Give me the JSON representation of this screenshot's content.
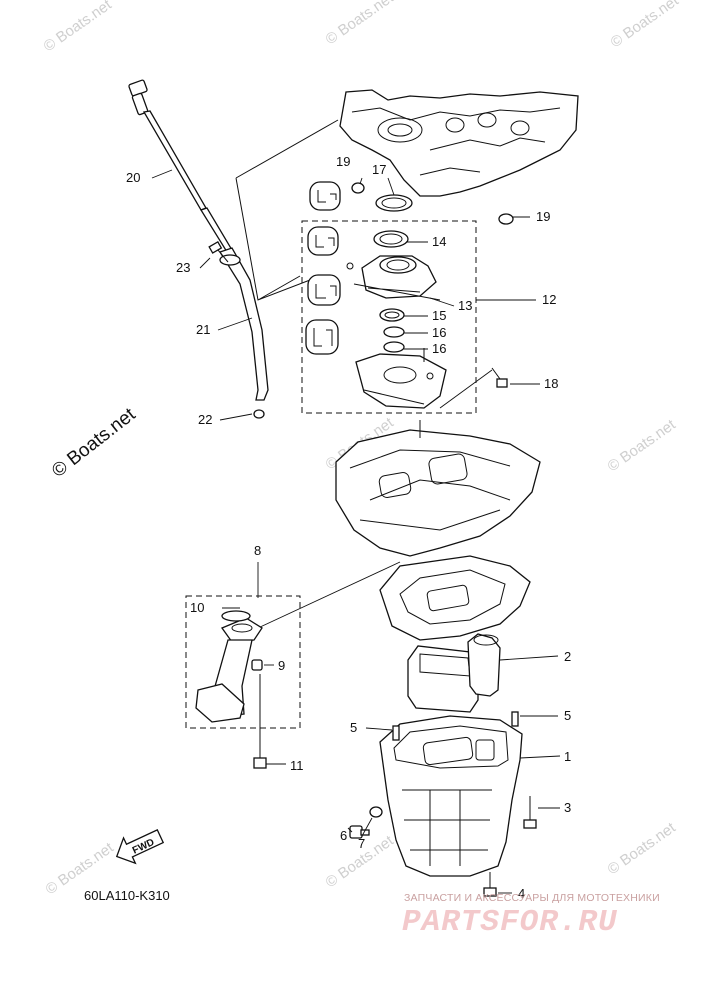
{
  "watermarks": {
    "corner": "© Boats.net",
    "side": "© Boats.net"
  },
  "diagram_code": "60LA110-K310",
  "fwd_arrow": "FWD",
  "shop": {
    "caption": "ЗАПЧАСТИ И АКСЕССУАРЫ ДЛЯ МОТОТЕХНИКИ",
    "logo": "PARTSFOR.RU"
  },
  "callouts": {
    "n1": "1",
    "n2": "2",
    "n3": "3",
    "n4": "4",
    "n5a": "5",
    "n5b": "5",
    "n6": "6",
    "n7": "7",
    "n8": "8",
    "n9": "9",
    "n10": "10",
    "n11": "11",
    "n12": "12",
    "n13": "13",
    "n14": "14",
    "n15": "15",
    "n16a": "16",
    "n16b": "16",
    "n17": "17",
    "n18": "18",
    "n19a": "19",
    "n19b": "19",
    "n20": "20",
    "n21": "21",
    "n22": "22",
    "n23": "23"
  }
}
